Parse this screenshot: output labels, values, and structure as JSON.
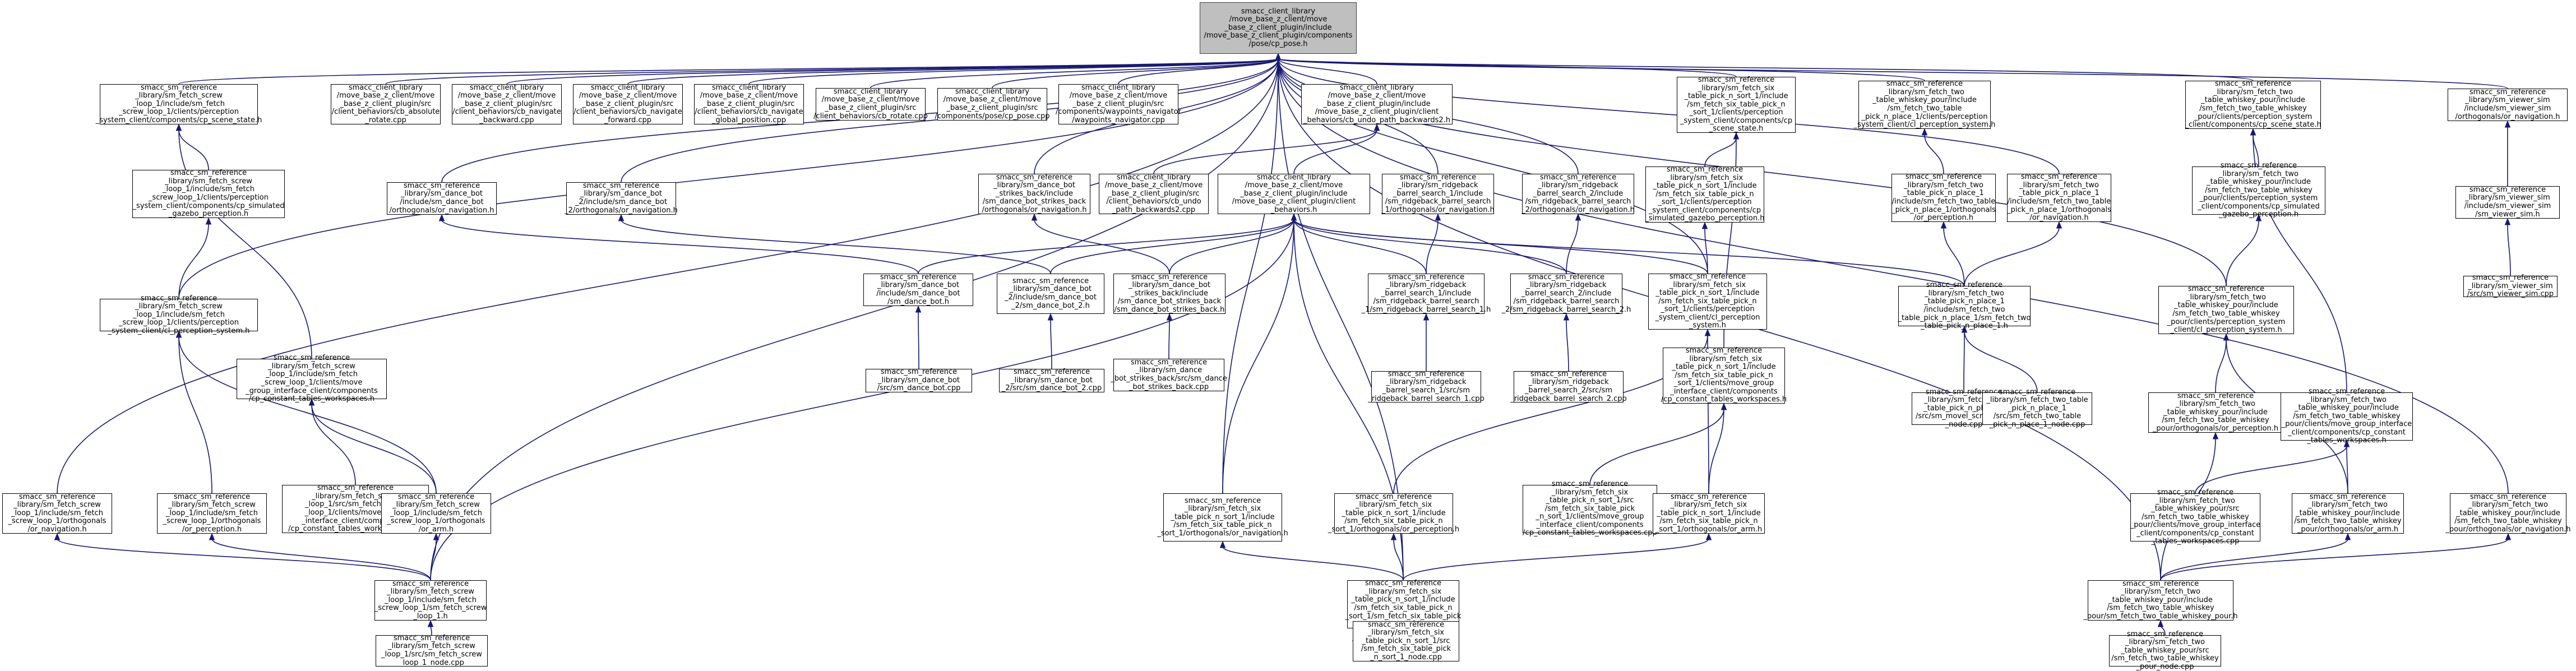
{
  "diagram": {
    "type": "include-dependency-graph",
    "colors": {
      "edge": "#191970",
      "root_fill": "#bfbfbf",
      "node_border": "#000000",
      "text": "#000000"
    },
    "root": "n_root",
    "nodes": [
      {
        "id": "n_root",
        "label": "smacc_client_library\n/move_base_z_client/move\n_base_z_client_plugin/include\n/move_base_z_client_plugin/components\n/pose/cp_pose.h"
      },
      {
        "id": "n_scene_state",
        "label": "smacc_sm_reference\n_library/sm_fetch_screw\n_loop_1/include/sm_fetch\n_screw_loop_1/clients/perception\n_system_client/components/cp_scene_state.h"
      },
      {
        "id": "n_cb_absolute_rotate",
        "label": "smacc_client_library\n/move_base_z_client/move\n_base_z_client_plugin/src\n/client_behaviors/cb_absolute\n_rotate.cpp"
      },
      {
        "id": "n_cb_navigate_backward",
        "label": "smacc_client_library\n/move_base_z_client/move\n_base_z_client_plugin/src\n/client_behaviors/cb_navigate\n_backward.cpp"
      },
      {
        "id": "n_cb_navigate_forward",
        "label": "smacc_client_library\n/move_base_z_client/move\n_base_z_client_plugin/src\n/client_behaviors/cb_navigate\n_forward.cpp"
      },
      {
        "id": "n_cb_navigate_global",
        "label": "smacc_client_library\n/move_base_z_client/move\n_base_z_client_plugin/src\n/client_behaviors/cb_navigate\n_global_position.cpp"
      },
      {
        "id": "n_cb_rotate",
        "label": "smacc_client_library\n/move_base_z_client/move\n_base_z_client_plugin/src\n/client_behaviors/cb_rotate.cpp"
      },
      {
        "id": "n_cp_pose_cpp",
        "label": "smacc_client_library\n/move_base_z_client/move\n_base_z_client_plugin/src\n/components/pose/cp_pose.cpp"
      },
      {
        "id": "n_waypoints_nav",
        "label": "smacc_client_library\n/move_base_z_client/move\n_base_z_client_plugin/src\n/components/waypoints_navigator\n/waypoints_navigator.cpp"
      },
      {
        "id": "n_cb_undo_path_h",
        "label": "smacc_client_library\n/move_base_z_client/move\n_base_z_client_plugin/include\n/move_base_z_client_plugin/client\n_behaviors/cb_undo_path_backwards2.h"
      },
      {
        "id": "n_six_table_scene_state",
        "label": "smacc_sm_reference\n_library/sm_fetch_six\n_table_pick_n_sort_1/include\n/sm_fetch_six_table_pick_n\n_sort_1/clients/perception\n_system_client/components/cp\n_scene_state.h"
      },
      {
        "id": "n_two_table_perception_sys",
        "label": "smacc_sm_reference\n_library/sm_fetch_two\n_table_whiskey_pour/include\n/sm_fetch_two_table\n_pick_n_place_1/clients/perception\n_system_client/cl_perception_system.h"
      },
      {
        "id": "n_whiskey_scene_state",
        "label": "smacc_sm_reference\n_library/sm_fetch_two\n_table_whiskey_pour/include\n/sm_fetch_two_table_whiskey\n_pour/clients/perception_system\n_client/components/cp_scene_state.h"
      },
      {
        "id": "n_viewer_nav",
        "label": "smacc_sm_reference\n_library/sm_viewer_sim\n/include/sm_viewer_sim\n/orthogonals/or_navigation.h"
      },
      {
        "id": "n_screw_simulated_gazebo",
        "label": "smacc_sm_reference\n_library/sm_fetch_screw\n_loop_1/include/sm_fetch\n_screw_loop_1/clients/perception\n_system_client/components/cp_simulated\n_gazebo_perception.h"
      },
      {
        "id": "n_dance_or_nav",
        "label": "smacc_sm_reference\n_library/sm_dance_bot\n/include/sm_dance_bot\n/orthogonals/or_navigation.h"
      },
      {
        "id": "n_dance2_or_nav",
        "label": "smacc_sm_reference\n_library/sm_dance_bot\n_2/include/sm_dance_bot\n_2/orthogonals/or_navigation.h"
      },
      {
        "id": "n_strikes_or_nav",
        "label": "smacc_sm_reference\n_library/sm_dance_bot\n_strikes_back/include\n/sm_dance_bot_strikes_back\n/orthogonals/or_navigation.h"
      },
      {
        "id": "n_cb_undo_cpp",
        "label": "smacc_client_library\n/move_base_z_client/move\n_base_z_client_plugin/src\n/client_behaviors/cb_undo\n_path_backwards2.cpp"
      },
      {
        "id": "n_client_behaviors_h",
        "label": "smacc_client_library\n/move_base_z_client/move\n_base_z_client_plugin/include\n/move_base_z_client_plugin/client\n_behaviors.h"
      },
      {
        "id": "n_ridgeback_1_or_nav",
        "label": "smacc_sm_reference\n_library/sm_ridgeback\n_barrel_search_1/include\n/sm_ridgeback_barrel_search\n_1/orthogonals/or_navigation.h"
      },
      {
        "id": "n_ridgeback_2_or_nav",
        "label": "smacc_sm_reference\n_library/sm_ridgeback\n_barrel_search_2/include\n/sm_ridgeback_barrel_search\n_2/orthogonals/or_navigation.h"
      },
      {
        "id": "n_six_simulated_gazebo",
        "label": "smacc_sm_reference\n_library/sm_fetch_six\n_table_pick_n_sort_1/include\n/sm_fetch_six_table_pick_n\n_sort_1/clients/perception\n_system_client/components/cp\n_simulated_gazebo_perception.h"
      },
      {
        "id": "n_pp1_or_perception",
        "label": "smacc_sm_reference\n_library/sm_fetch_two\n_table_pick_n_place_1\n/include/sm_fetch_two_table\n_pick_n_place_1/orthogonals\n/or_perception.h"
      },
      {
        "id": "n_pp1_or_navigation",
        "label": "smacc_sm_reference\n_library/sm_fetch_two\n_table_pick_n_place_1\n/include/sm_fetch_two_table\n_pick_n_place_1/orthogonals\n/or_navigation.h"
      },
      {
        "id": "n_whiskey_simulated_gazebo",
        "label": "smacc_sm_reference\n_library/sm_fetch_two\n_table_whiskey_pour/include\n/sm_fetch_two_table_whiskey\n_pour/clients/perception_system\n_client/components/cp_simulated\n_gazebo_perception.h"
      },
      {
        "id": "n_viewer_sim_h",
        "label": "smacc_sm_reference\n_library/sm_viewer_sim\n/include/sm_viewer_sim\n/sm_viewer_sim.h"
      },
      {
        "id": "n_screw_cl_perception",
        "label": "smacc_sm_reference\n_library/sm_fetch_screw\n_loop_1/include/sm_fetch\n_screw_loop_1/clients/perception\n_system_client/cl_perception_system.h"
      },
      {
        "id": "n_sm_dance_bot_h",
        "label": "smacc_sm_reference\n_library/sm_dance_bot\n/include/sm_dance_bot\n/sm_dance_bot.h"
      },
      {
        "id": "n_sm_dance_bot_2_h",
        "label": "smacc_sm_reference\n_library/sm_dance_bot\n_2/include/sm_dance_bot\n_2/sm_dance_bot_2.h"
      },
      {
        "id": "n_sm_strikes_back_h",
        "label": "smacc_sm_reference\n_library/sm_dance_bot\n_strikes_back/include\n/sm_dance_bot_strikes_back\n/sm_dance_bot_strikes_back.h"
      },
      {
        "id": "n_sm_ridgeback_1_h",
        "label": "smacc_sm_reference\n_library/sm_ridgeback\n_barrel_search_1/include\n/sm_ridgeback_barrel_search\n_1/sm_ridgeback_barrel_search_1.h"
      },
      {
        "id": "n_sm_ridgeback_2_h",
        "label": "smacc_sm_reference\n_library/sm_ridgeback\n_barrel_search_2/include\n/sm_ridgeback_barrel_search\n_2/sm_ridgeback_barrel_search_2.h"
      },
      {
        "id": "n_six_cl_perception",
        "label": "smacc_sm_reference\n_library/sm_fetch_six\n_table_pick_n_sort_1/include\n/sm_fetch_six_table_pick_n\n_sort_1/clients/perception\n_system_client/cl_perception\n_system.h"
      },
      {
        "id": "n_sm_pp1_h",
        "label": "smacc_sm_reference\n_library/sm_fetch_two\n_table_pick_n_place_1\n/include/sm_fetch_two\n_table_pick_n_place_1/sm_fetch_two\n_table_pick_n_place_1.h"
      },
      {
        "id": "n_whiskey_cl_perception",
        "label": "smacc_sm_reference\n_library/sm_fetch_two\n_table_whiskey_pour/include\n/sm_fetch_two_table_whiskey\n_pour/clients/perception_system\n_client/cl_perception_system.h"
      },
      {
        "id": "n_viewer_sim_cpp",
        "label": "smacc_sm_reference\n_library/sm_viewer_sim\n/src/sm_viewer_sim.cpp"
      },
      {
        "id": "n_screw_constant_tables",
        "label": "smacc_sm_reference\n_library/sm_fetch_screw\n_loop_1/include/sm_fetch\n_screw_loop_1/clients/move\n_group_interface_client/components\n/cp_constant_tables_workspaces.h"
      },
      {
        "id": "n_sm_dance_bot_cpp",
        "label": "smacc_sm_reference\n_library/sm_dance_bot\n/src/sm_dance_bot.cpp"
      },
      {
        "id": "n_sm_dance_bot_2_cpp",
        "label": "smacc_sm_reference\n_library/sm_dance_bot\n_2/src/sm_dance_bot_2.cpp"
      },
      {
        "id": "n_sm_strikes_back_cpp",
        "label": "smacc_sm_reference\n_library/sm_dance\n_bot_strikes_back/src/sm_dance\n_bot_strikes_back.cpp"
      },
      {
        "id": "n_sm_ridgeback_1_cpp",
        "label": "smacc_sm_reference\n_library/sm_ridgeback\n_barrel_search_1/src/sm\n_ridgeback_barrel_search_1.cpp"
      },
      {
        "id": "n_sm_ridgeback_2_cpp",
        "label": "smacc_sm_reference\n_library/sm_ridgeback\n_barrel_search_2/src/sm\n_ridgeback_barrel_search_2.cpp"
      },
      {
        "id": "n_six_constant_tables",
        "label": "smacc_sm_reference\n_library/sm_fetch_six\n_table_pick_n_sort_1/include\n/sm_fetch_six_table_pick_n\n_sort_1/clients/move_group\n_interface_client/components\n/cp_constant_tables_workspaces.h"
      },
      {
        "id": "n_pp1_movel_screw",
        "label": "smacc_sm_reference\n_library/sm_fetch_two\n_table_pick_n_place_1\n/src/sm_movel_screw_loop\n_node.cpp"
      },
      {
        "id": "n_pp1_node_cpp",
        "label": "smacc_sm_reference\n_library/sm_fetch_two_table\n_pick_n_place_1\n/src/sm_fetch_two_table\n_pick_n_place_1_node.cpp"
      },
      {
        "id": "n_whiskey_or_perception",
        "label": "smacc_sm_reference\n_library/sm_fetch_two\n_table_whiskey_pour/include\n/sm_fetch_two_table_whiskey\n_pour/orthogonals/or_perception.h"
      },
      {
        "id": "n_whiskey_constant_tables",
        "label": "smacc_sm_reference\n_library/sm_fetch_two\n_table_whiskey_pour/include\n/sm_fetch_two_table_whiskey\n_pour/clients/move_group_interface\n_client/components/cp_constant\n_tables_workspaces.h"
      },
      {
        "id": "n_screw_or_navigation",
        "label": "smacc_sm_reference\n_library/sm_fetch_screw\n_loop_1/include/sm_fetch\n_screw_loop_1/orthogonals\n/or_navigation.h"
      },
      {
        "id": "n_screw_or_perception",
        "label": "smacc_sm_reference\n_library/sm_fetch_screw\n_loop_1/include/sm_fetch\n_screw_loop_1/orthogonals\n/or_perception.h"
      },
      {
        "id": "n_screw_constant_cpp",
        "label": "smacc_sm_reference\n_library/sm_fetch_screw\n_loop_1/src/sm_fetch_screw\n_loop_1/clients/move_group\n_interface_client/components\n/cp_constant_tables_workspaces.cpp"
      },
      {
        "id": "n_screw_or_arm",
        "label": "smacc_sm_reference\n_library/sm_fetch_screw\n_loop_1/include/sm_fetch\n_screw_loop_1/orthogonals\n/or_arm.h"
      },
      {
        "id": "n_six_or_navigation",
        "label": "smacc_sm_reference\n_library/sm_fetch_six\n_table_pick_n_sort_1/include\n/sm_fetch_six_table_pick_n\n_sort_1/orthogonals/or_navigation.h"
      },
      {
        "id": "n_six_or_perception",
        "label": "smacc_sm_reference\n_library/sm_fetch_six\n_table_pick_n_sort_1/include\n/sm_fetch_six_table_pick_n\n_sort_1/orthogonals/or_perception.h"
      },
      {
        "id": "n_six_constant_cpp",
        "label": "smacc_sm_reference\n_library/sm_fetch_six\n_table_pick_n_sort_1/src\n/sm_fetch_six_table_pick\n_n_sort_1/clients/move_group\n_interface_client/components\n/cp_constant_tables_workspaces.cpp"
      },
      {
        "id": "n_six_or_arm",
        "label": "smacc_sm_reference\n_library/sm_fetch_six\n_table_pick_n_sort_1/include\n/sm_fetch_six_table_pick_n\n_sort_1/orthogonals/or_arm.h"
      },
      {
        "id": "n_whiskey_constant_cpp",
        "label": "smacc_sm_reference\n_library/sm_fetch_two\n_table_whiskey_pour/src\n/sm_fetch_two_table_whiskey\n_pour/clients/move_group_interface\n_client/components/cp_constant\n_tables_workspaces.cpp"
      },
      {
        "id": "n_whiskey_or_arm",
        "label": "smacc_sm_reference\n_library/sm_fetch_two\n_table_whiskey_pour/include\n/sm_fetch_two_table_whiskey\n_pour/orthogonals/or_arm.h"
      },
      {
        "id": "n_whiskey_or_navigation",
        "label": "smacc_sm_reference\n_library/sm_fetch_two\n_table_whiskey_pour/include\n/sm_fetch_two_table_whiskey\n_pour/orthogonals/or_navigation.h"
      },
      {
        "id": "n_sm_screw_h",
        "label": "smacc_sm_reference\n_library/sm_fetch_screw\n_loop_1/include/sm_fetch\n_screw_loop_1/sm_fetch_screw\n_loop_1.h"
      },
      {
        "id": "n_sm_six_h",
        "label": "smacc_sm_reference\n_library/sm_fetch_six\n_table_pick_n_sort_1/include\n/sm_fetch_six_table_pick_n\n_sort_1/sm_fetch_six_table_pick\n_n_sort_1.h"
      },
      {
        "id": "n_sm_whiskey_h",
        "label": "smacc_sm_reference\n_library/sm_fetch_two\n_table_whiskey_pour/include\n/sm_fetch_two_table_whiskey\n_pour/sm_fetch_two_table_whiskey_pour.h"
      },
      {
        "id": "n_sm_screw_node",
        "label": "smacc_sm_reference\n_library/sm_fetch_screw\n_loop_1/src/sm_fetch_screw\n_loop_1_node.cpp"
      },
      {
        "id": "n_sm_six_node",
        "label": "smacc_sm_reference\n_library/sm_fetch_six\n_table_pick_n_sort_1/src\n/sm_fetch_six_table_pick\n_n_sort_1_node.cpp"
      },
      {
        "id": "n_sm_whiskey_node",
        "label": "smacc_sm_reference\n_library/sm_fetch_two\n_table_whiskey_pour/src\n/sm_fetch_two_table_whiskey\n_pour_node.cpp"
      }
    ],
    "edges": [
      [
        "n_root",
        "n_scene_state"
      ],
      [
        "n_root",
        "n_cb_absolute_rotate"
      ],
      [
        "n_root",
        "n_cb_navigate_backward"
      ],
      [
        "n_root",
        "n_cb_navigate_forward"
      ],
      [
        "n_root",
        "n_cb_navigate_global"
      ],
      [
        "n_root",
        "n_cb_rotate"
      ],
      [
        "n_root",
        "n_cp_pose_cpp"
      ],
      [
        "n_root",
        "n_waypoints_nav"
      ],
      [
        "n_root",
        "n_cb_undo_path_h"
      ],
      [
        "n_root",
        "n_six_table_scene_state"
      ],
      [
        "n_root",
        "n_two_table_perception_sys"
      ],
      [
        "n_root",
        "n_whiskey_scene_state"
      ],
      [
        "n_root",
        "n_viewer_nav"
      ],
      [
        "n_root",
        "n_dance_or_nav"
      ],
      [
        "n_root",
        "n_dance2_or_nav"
      ],
      [
        "n_root",
        "n_strikes_or_nav"
      ],
      [
        "n_root",
        "n_ridgeback_1_or_nav"
      ],
      [
        "n_root",
        "n_ridgeback_2_or_nav"
      ],
      [
        "n_root",
        "n_pp1_or_navigation"
      ],
      [
        "n_root",
        "n_screw_or_navigation"
      ],
      [
        "n_root",
        "n_six_or_navigation"
      ],
      [
        "n_root",
        "n_whiskey_or_navigation"
      ],
      [
        "n_root",
        "n_sm_screw_h"
      ],
      [
        "n_root",
        "n_sm_six_h"
      ],
      [
        "n_root",
        "n_sm_whiskey_h"
      ],
      [
        "n_root",
        "n_screw_cl_perception"
      ],
      [
        "n_root",
        "n_six_cl_perception"
      ],
      [
        "n_root",
        "n_whiskey_cl_perception"
      ],
      [
        "n_scene_state",
        "n_screw_simulated_gazebo"
      ],
      [
        "n_scene_state",
        "n_screw_constant_tables"
      ],
      [
        "n_screw_simulated_gazebo",
        "n_screw_cl_perception"
      ],
      [
        "n_screw_cl_perception",
        "n_screw_or_perception"
      ],
      [
        "n_screw_cl_perception",
        "n_screw_or_arm"
      ],
      [
        "n_screw_constant_tables",
        "n_screw_constant_cpp"
      ],
      [
        "n_screw_constant_tables",
        "n_screw_or_arm"
      ],
      [
        "n_screw_or_navigation",
        "n_sm_screw_h"
      ],
      [
        "n_screw_or_perception",
        "n_sm_screw_h"
      ],
      [
        "n_screw_or_arm",
        "n_sm_screw_h"
      ],
      [
        "n_sm_screw_h",
        "n_sm_screw_node"
      ],
      [
        "n_cb_undo_path_h",
        "n_cb_undo_cpp"
      ],
      [
        "n_cb_undo_path_h",
        "n_client_behaviors_h"
      ],
      [
        "n_client_behaviors_h",
        "n_sm_dance_bot_h"
      ],
      [
        "n_client_behaviors_h",
        "n_sm_dance_bot_2_h"
      ],
      [
        "n_client_behaviors_h",
        "n_sm_strikes_back_h"
      ],
      [
        "n_client_behaviors_h",
        "n_sm_ridgeback_1_h"
      ],
      [
        "n_client_behaviors_h",
        "n_sm_ridgeback_2_h"
      ],
      [
        "n_client_behaviors_h",
        "n_six_cl_perception"
      ],
      [
        "n_client_behaviors_h",
        "n_sm_pp1_h"
      ],
      [
        "n_client_behaviors_h",
        "n_sm_screw_h"
      ],
      [
        "n_client_behaviors_h",
        "n_sm_six_h"
      ],
      [
        "n_client_behaviors_h",
        "n_six_or_navigation"
      ],
      [
        "n_dance_or_nav",
        "n_sm_dance_bot_h"
      ],
      [
        "n_dance2_or_nav",
        "n_sm_dance_bot_2_h"
      ],
      [
        "n_strikes_or_nav",
        "n_sm_strikes_back_h"
      ],
      [
        "n_ridgeback_1_or_nav",
        "n_sm_ridgeback_1_h"
      ],
      [
        "n_ridgeback_2_or_nav",
        "n_sm_ridgeback_2_h"
      ],
      [
        "n_sm_dance_bot_h",
        "n_sm_dance_bot_cpp"
      ],
      [
        "n_sm_dance_bot_2_h",
        "n_sm_dance_bot_2_cpp"
      ],
      [
        "n_sm_strikes_back_h",
        "n_sm_strikes_back_cpp"
      ],
      [
        "n_sm_ridgeback_1_h",
        "n_sm_ridgeback_1_cpp"
      ],
      [
        "n_sm_ridgeback_2_h",
        "n_sm_ridgeback_2_cpp"
      ],
      [
        "n_six_table_scene_state",
        "n_six_simulated_gazebo"
      ],
      [
        "n_six_table_scene_state",
        "n_six_constant_tables"
      ],
      [
        "n_six_simulated_gazebo",
        "n_six_cl_perception"
      ],
      [
        "n_six_cl_perception",
        "n_six_or_perception"
      ],
      [
        "n_six_cl_perception",
        "n_six_or_arm"
      ],
      [
        "n_six_constant_tables",
        "n_six_constant_cpp"
      ],
      [
        "n_six_constant_tables",
        "n_six_or_arm"
      ],
      [
        "n_six_or_navigation",
        "n_sm_six_h"
      ],
      [
        "n_six_or_perception",
        "n_sm_six_h"
      ],
      [
        "n_six_or_arm",
        "n_sm_six_h"
      ],
      [
        "n_sm_six_h",
        "n_sm_six_node"
      ],
      [
        "n_two_table_perception_sys",
        "n_pp1_or_perception"
      ],
      [
        "n_pp1_or_perception",
        "n_sm_pp1_h"
      ],
      [
        "n_pp1_or_navigation",
        "n_sm_pp1_h"
      ],
      [
        "n_sm_pp1_h",
        "n_pp1_movel_screw"
      ],
      [
        "n_sm_pp1_h",
        "n_pp1_node_cpp"
      ],
      [
        "n_whiskey_scene_state",
        "n_whiskey_simulated_gazebo"
      ],
      [
        "n_whiskey_scene_state",
        "n_whiskey_constant_tables"
      ],
      [
        "n_whiskey_simulated_gazebo",
        "n_whiskey_cl_perception"
      ],
      [
        "n_whiskey_cl_perception",
        "n_whiskey_or_perception"
      ],
      [
        "n_whiskey_cl_perception",
        "n_whiskey_or_arm"
      ],
      [
        "n_whiskey_constant_tables",
        "n_whiskey_constant_cpp"
      ],
      [
        "n_whiskey_constant_tables",
        "n_whiskey_or_arm"
      ],
      [
        "n_whiskey_or_perception",
        "n_sm_whiskey_h"
      ],
      [
        "n_whiskey_or_arm",
        "n_sm_whiskey_h"
      ],
      [
        "n_whiskey_or_navigation",
        "n_sm_whiskey_h"
      ],
      [
        "n_sm_whiskey_h",
        "n_sm_whiskey_node"
      ],
      [
        "n_viewer_nav",
        "n_viewer_sim_h"
      ],
      [
        "n_viewer_sim_h",
        "n_viewer_sim_cpp"
      ]
    ]
  }
}
